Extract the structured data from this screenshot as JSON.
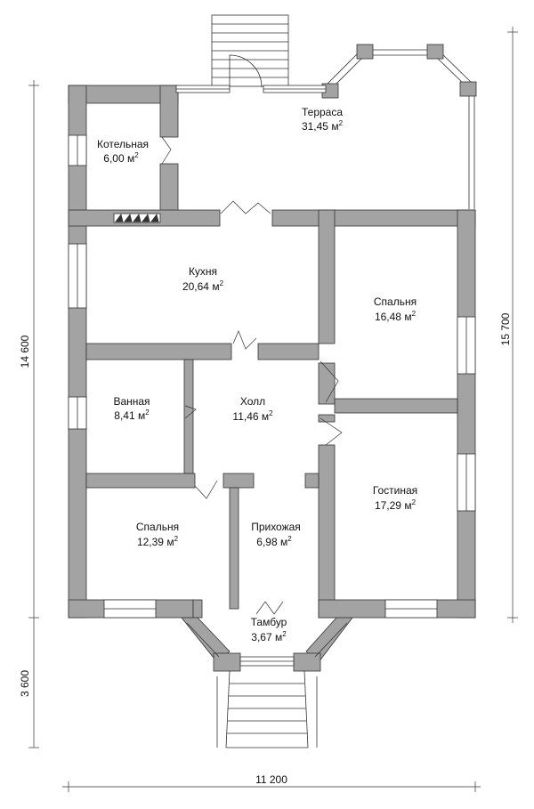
{
  "rooms": [
    {
      "key": "terrace",
      "name": "Терраса",
      "area": "31,45 м",
      "sup": "2"
    },
    {
      "key": "boiler",
      "name": "Котельная",
      "area": "6,00 м",
      "sup": "2"
    },
    {
      "key": "kitchen",
      "name": "Кухня",
      "area": "20,64 м",
      "sup": "2"
    },
    {
      "key": "bedroom-east",
      "name": "Спальня",
      "area": "16,48 м",
      "sup": "2"
    },
    {
      "key": "bathroom",
      "name": "Ванная",
      "area": "8,41 м",
      "sup": "2"
    },
    {
      "key": "hall",
      "name": "Холл",
      "area": "11,46 м",
      "sup": "2"
    },
    {
      "key": "living-room",
      "name": "Гостиная",
      "area": "17,29 м",
      "sup": "2"
    },
    {
      "key": "bedroom-south",
      "name": "Спальня",
      "area": "12,39 м",
      "sup": "2"
    },
    {
      "key": "entrance-hall",
      "name": "Прихожая",
      "area": "6,98 м",
      "sup": "2"
    },
    {
      "key": "vestibule",
      "name": "Тамбур",
      "area": "3,67 м",
      "sup": "2"
    }
  ],
  "dimensions": {
    "left_main": "14 600",
    "left_porch": "3 600",
    "right_total": "15 700",
    "bottom_total": "11 200"
  },
  "colors": {
    "wall": "#a3a3a3",
    "line": "#333333",
    "background": "#ffffff"
  }
}
